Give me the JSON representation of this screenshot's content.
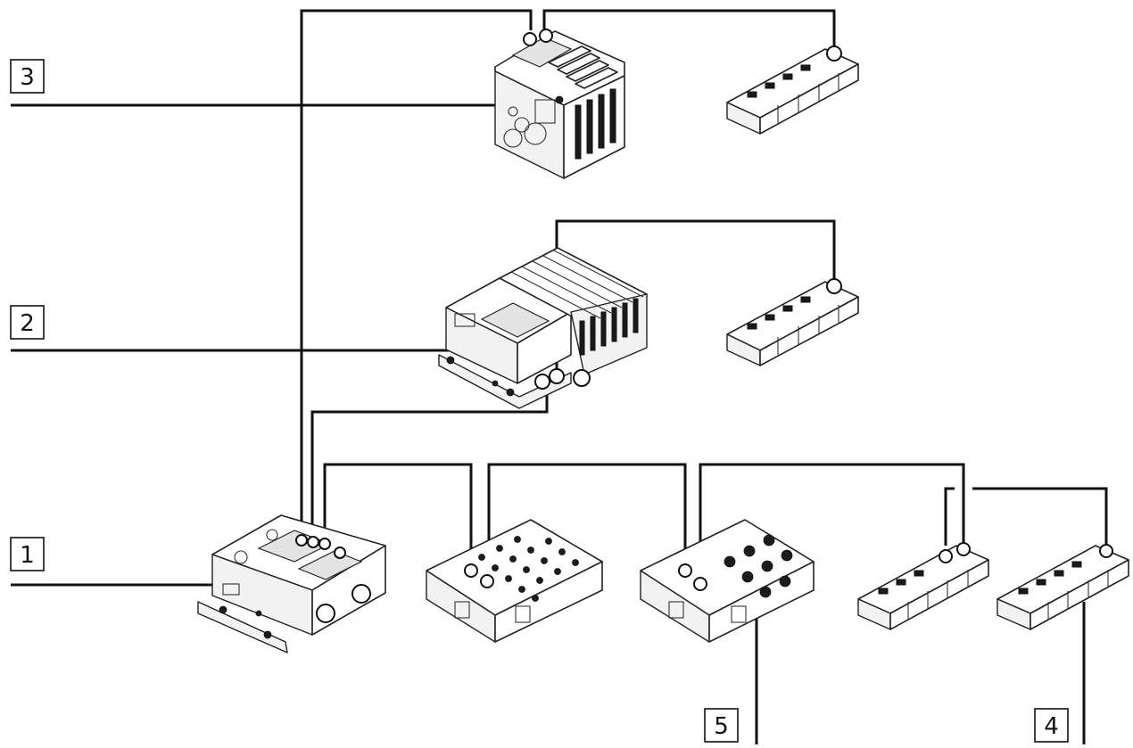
{
  "callouts": [
    {
      "id": "1",
      "text": "1"
    },
    {
      "id": "2",
      "text": "2"
    },
    {
      "id": "3",
      "text": "3"
    },
    {
      "id": "4",
      "text": "4"
    },
    {
      "id": "5",
      "text": "5"
    }
  ],
  "colors": {
    "line": "#111111",
    "background": "#ffffff",
    "device_fill": "#ffffff",
    "device_shade": "#e3e3e3"
  }
}
